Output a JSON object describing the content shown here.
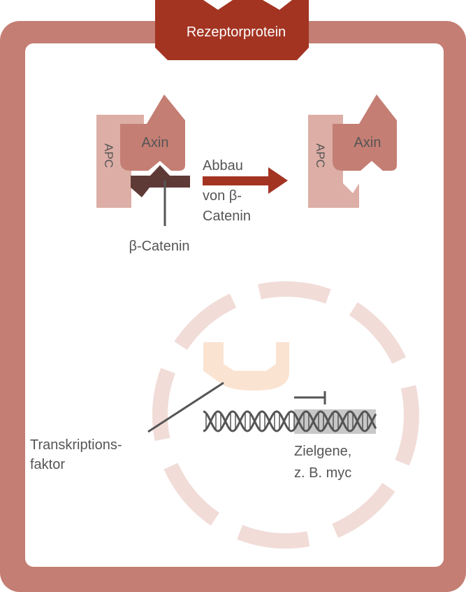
{
  "labels": {
    "receptor": "Rezeptorprotein",
    "axin_left": "Axin",
    "apc_left": "APC",
    "axin_right": "Axin",
    "apc_right": "APC",
    "beta_catenin": "β-Catenin",
    "arrow_line1": "Abbau",
    "arrow_line2": "von β-",
    "arrow_line3": "Catenin",
    "tf_line1": "Transkriptions-",
    "tf_line2": "faktor",
    "target_line1": "Zielgene,",
    "target_line2": "z. B. myc"
  },
  "colors": {
    "cell": "#c47e73",
    "receptor": "#a33422",
    "apc": "#ddaea6",
    "axin": "#c47e73",
    "beta_catenin": "#5e3a36",
    "arrow": "#a33422",
    "nucleus": "#f1dcd8",
    "transcription_factor": "#fbe3d2",
    "dna": "#555555",
    "target_highlight": "#c8c8c8"
  }
}
